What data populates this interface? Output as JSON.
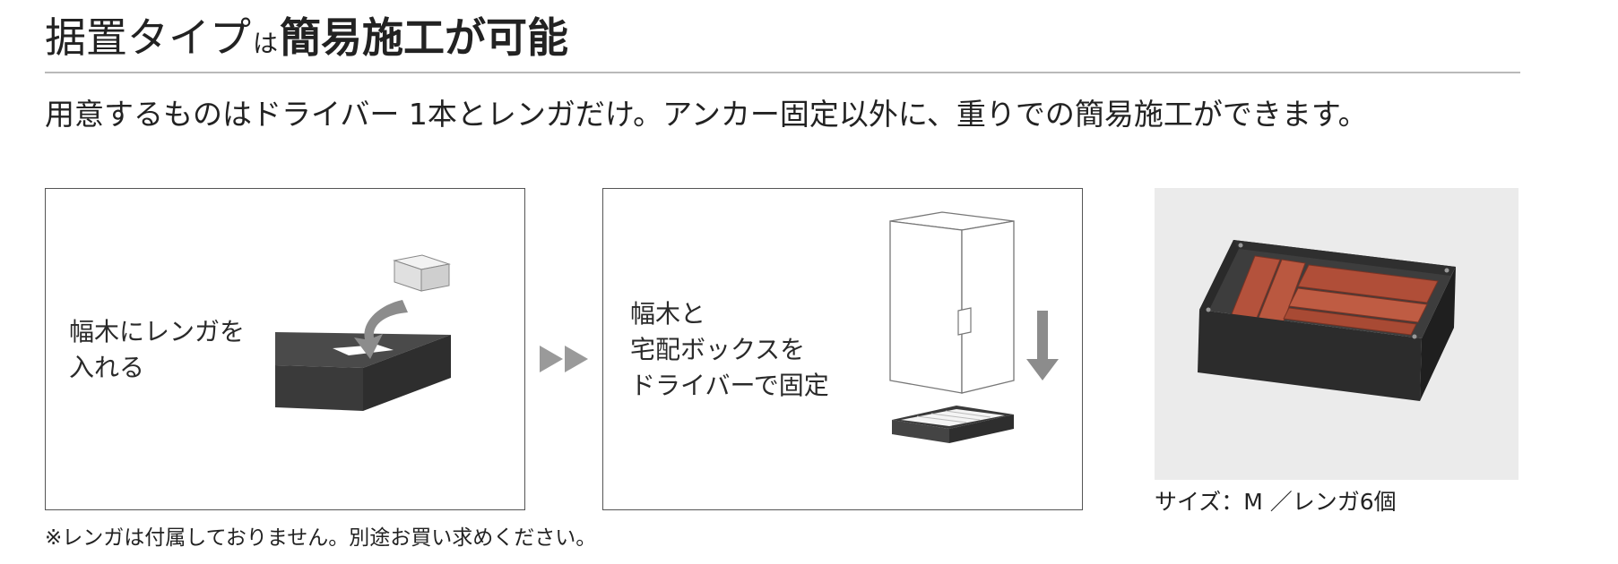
{
  "heading": {
    "part1": "据置タイプ",
    "part2": "は",
    "part3": "簡易施工が可能"
  },
  "lead_text": "用意するものはドライバー 1本とレンガだけ。アンカー固定以外に、重りでの簡易施工ができます。",
  "steps": [
    {
      "line1": "幅木にレンガを",
      "line2": "入れる"
    },
    {
      "line1": "幅木と",
      "line2": "宅配ボックスを",
      "line3": "ドライバーで固定"
    }
  ],
  "photo_caption": "サイズ：M ／レンガ6個",
  "footnote": "※レンガは付属しておりません。別途お買い求めください。",
  "colors": {
    "base_dark": "#3a3a3a",
    "brick": "#b4523c",
    "arrow_gray": "#8c8c8c",
    "photo_bg": "#ebebeb"
  }
}
